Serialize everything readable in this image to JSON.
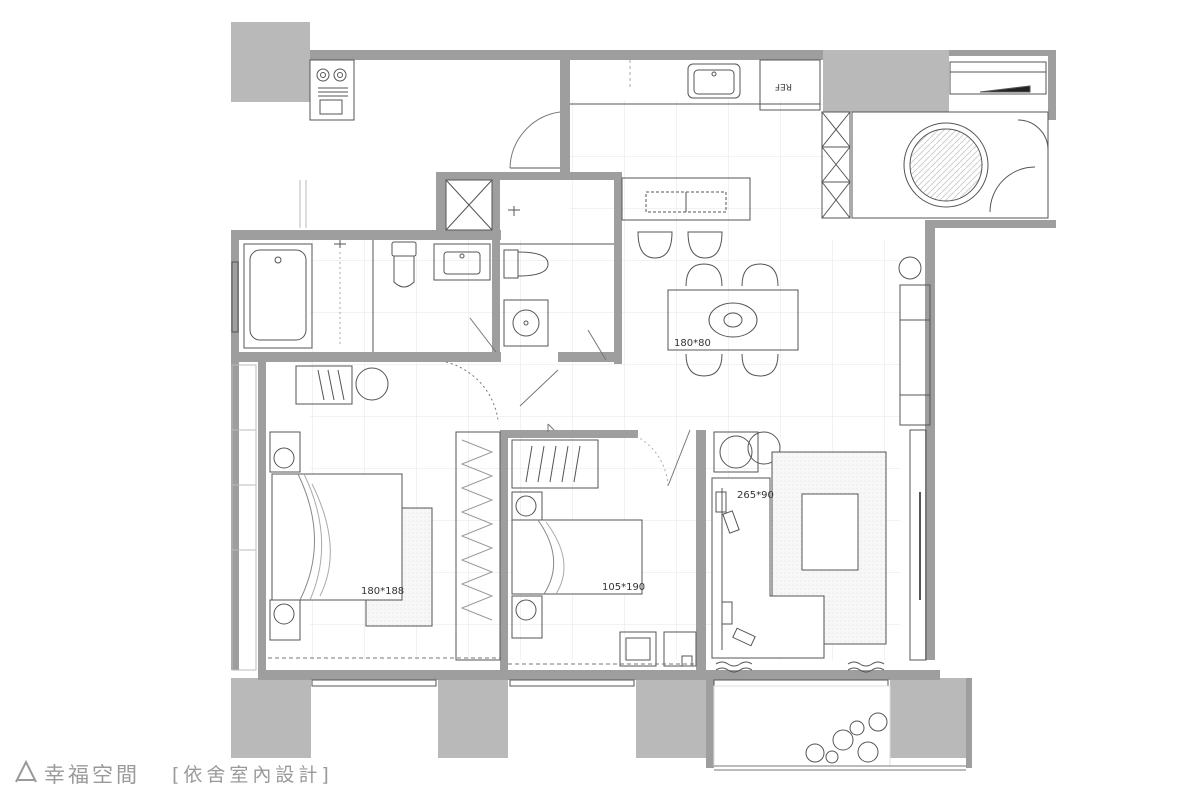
{
  "dimensions": {
    "dining_table": "180*80",
    "sofa": "265*90",
    "master_bed": "180*188",
    "second_bed": "105*190"
  },
  "appliance_labels": {
    "fridge": "REF"
  },
  "watermark": {
    "brand": "幸福空間",
    "designer": "[依舍室內設計]"
  }
}
